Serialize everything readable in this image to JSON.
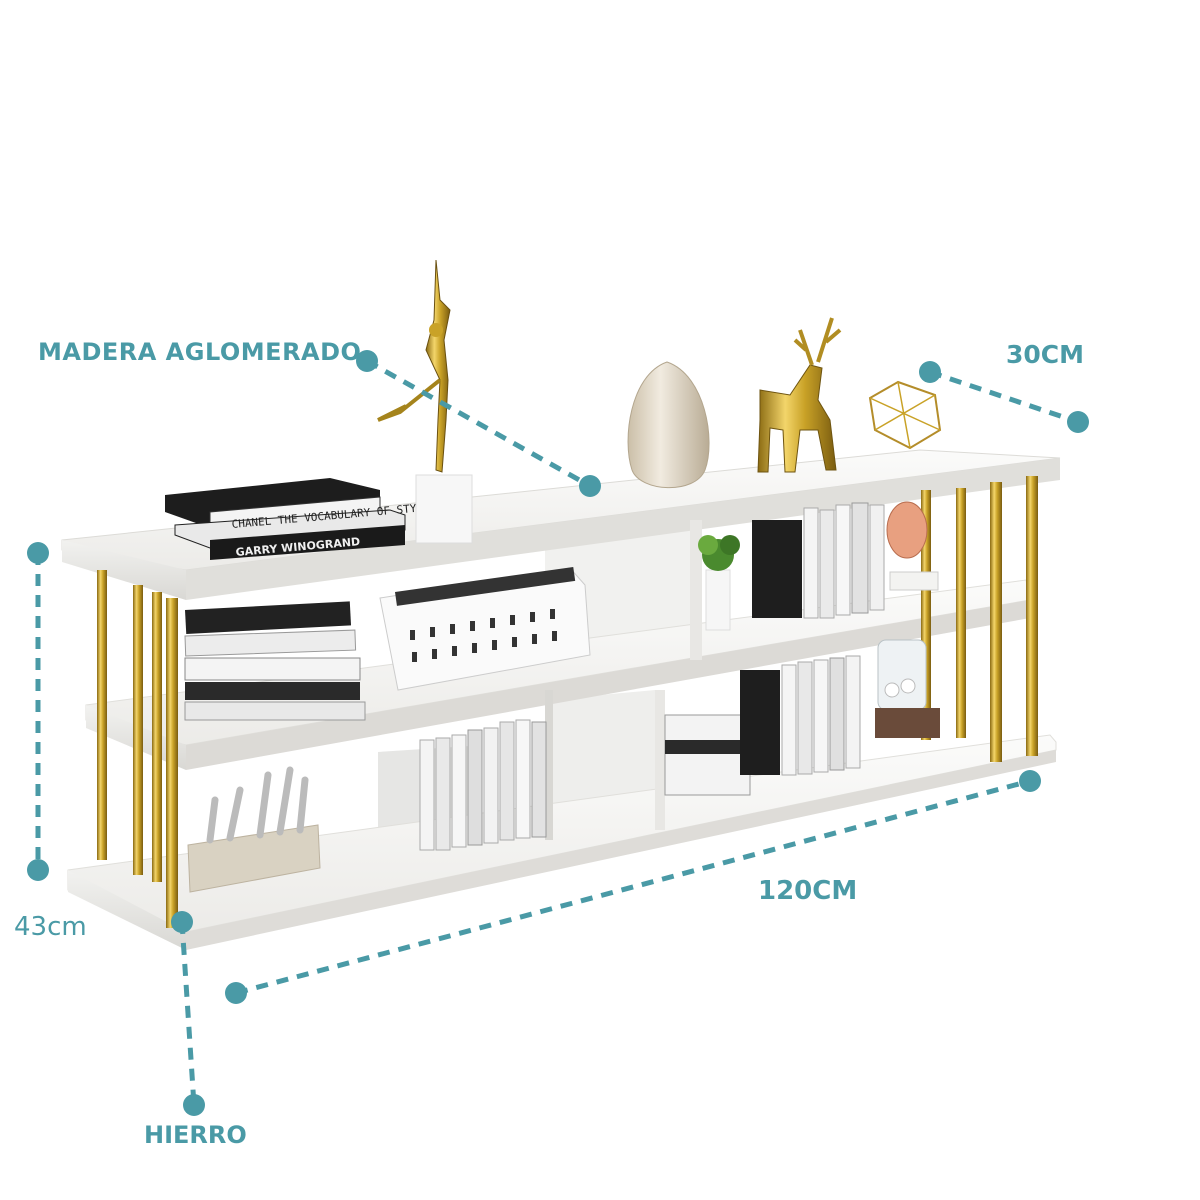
{
  "labels": {
    "material_board": "MADERA AGLOMERADO",
    "depth": "30CM",
    "height": "43cm",
    "width": "120CM",
    "material_frame": "HIERRO"
  },
  "product_text": {
    "book_top_1": "CHANEL THE VOCABULARY OF STYLE",
    "book_top_2": "GARRY WINOGRAND"
  },
  "colors": {
    "annotation": "#4a9aa6",
    "gold_frame": "#c9a227",
    "shelf_white": "#f4f4f2",
    "background": "#ffffff"
  },
  "icons": {
    "marker": "teal-dot-marker",
    "line": "dashed-dimension-line"
  }
}
